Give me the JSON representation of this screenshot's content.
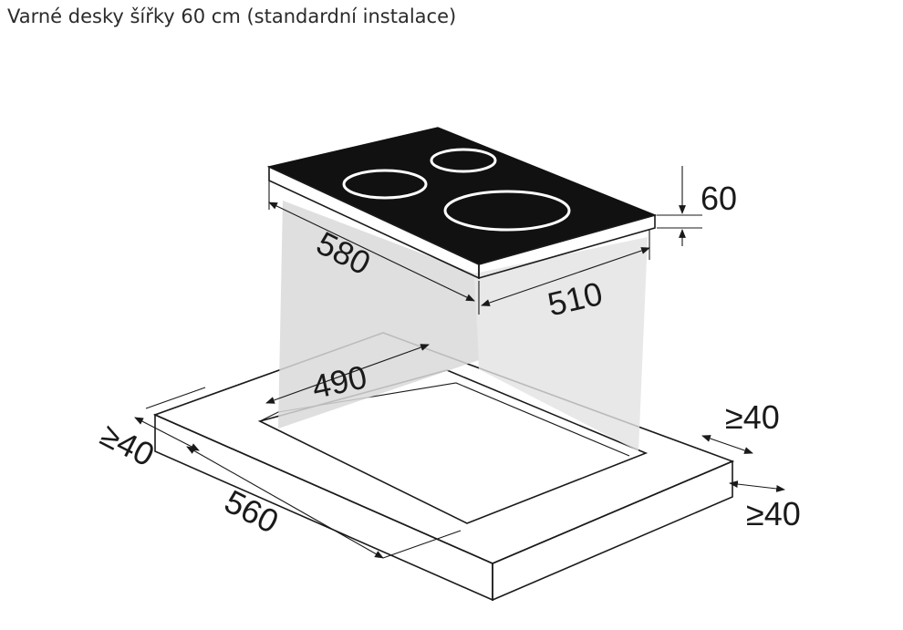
{
  "title": "Varné desky šířky 60 cm (standardní instalace)",
  "colors": {
    "cooktop_top": "#111111",
    "cutout_shade": "#dcdcdc",
    "ring": "#ffffff",
    "line": "#1a1a1a"
  },
  "dimensions": {
    "depth_580": "580",
    "width_510": "510",
    "height_60": "60",
    "cutout_490": "490",
    "cutout_560": "560",
    "clearance_left": "≥40",
    "clearance_right_top": "≥40",
    "clearance_right_bottom": "≥40"
  }
}
